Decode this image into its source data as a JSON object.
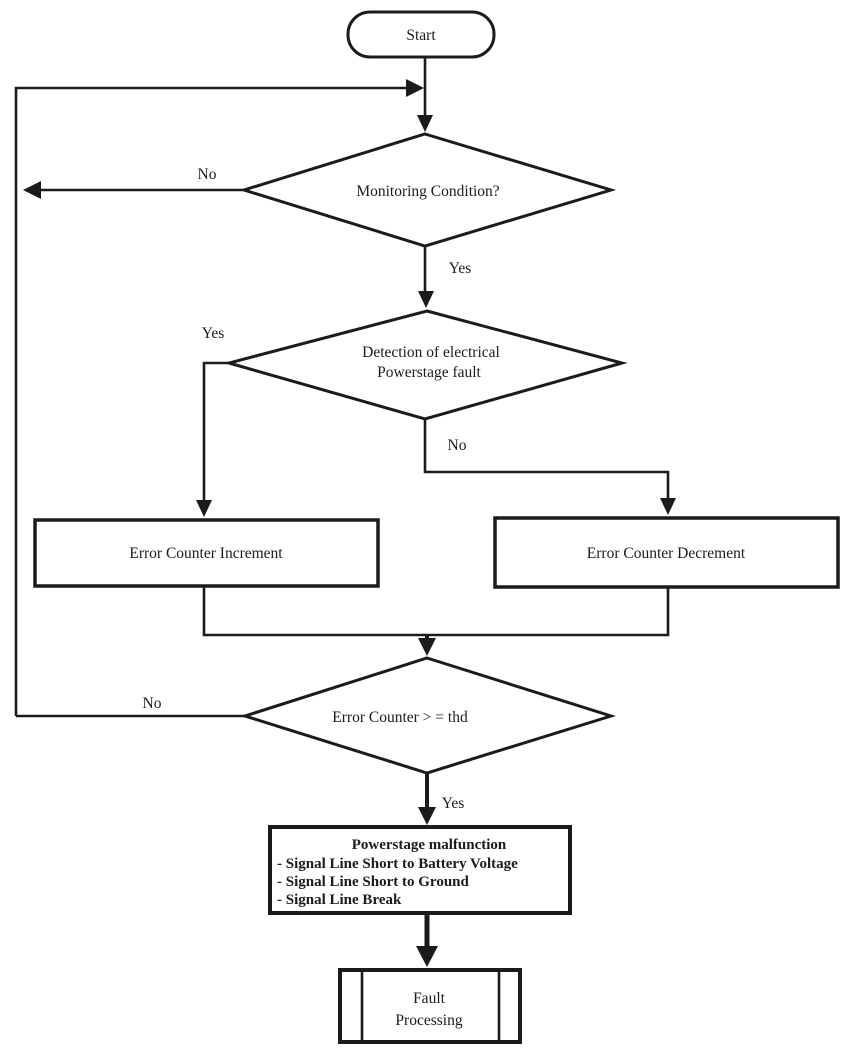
{
  "flowchart": {
    "nodes": {
      "start": {
        "type": "terminator",
        "label": "Start"
      },
      "monitoring_condition": {
        "type": "decision",
        "label": "Monitoring Condition?"
      },
      "detection_fault": {
        "type": "decision",
        "label_line1": "Detection of electrical",
        "label_line2": "Powerstage fault"
      },
      "error_counter_increment": {
        "type": "process",
        "label": "Error Counter Increment"
      },
      "error_counter_decrement": {
        "type": "process",
        "label": "Error Counter Decrement"
      },
      "error_counter_threshold": {
        "type": "decision",
        "label": "Error Counter > = thd"
      },
      "powerstage_malfunction": {
        "type": "process",
        "title": "Powerstage malfunction",
        "items": [
          "- Signal Line Short to Battery Voltage",
          "- Signal Line Short to Ground",
          "- Signal Line Break"
        ]
      },
      "fault_processing": {
        "type": "predefined-process",
        "label_line1": "Fault",
        "label_line2": "Processing"
      }
    },
    "edge_labels": {
      "monitoring_no": "No",
      "monitoring_yes": "Yes",
      "detection_yes": "Yes",
      "detection_no": "No",
      "threshold_no": "No",
      "threshold_yes": "Yes"
    },
    "colors": {
      "ink": "#1b1b1b",
      "background": "#ffffff"
    }
  }
}
